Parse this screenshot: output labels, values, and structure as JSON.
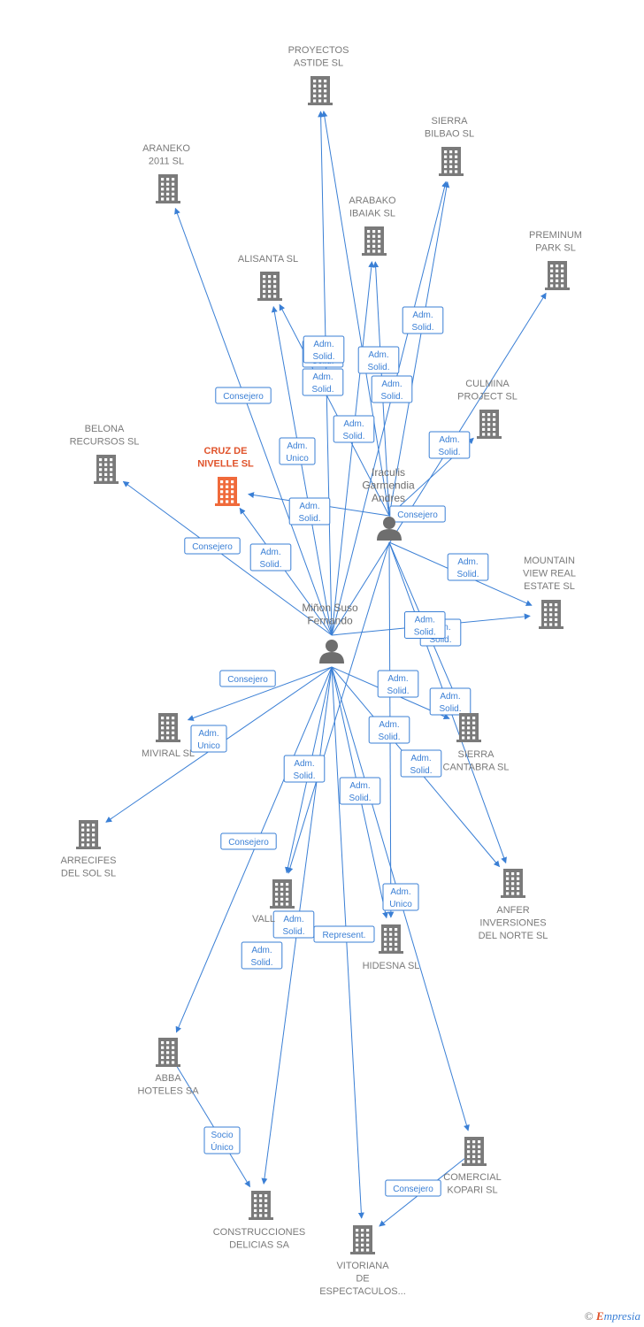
{
  "companies": [
    {
      "id": "proyectos",
      "lines": [
        "PROYECTOS",
        "ASTIDE SL"
      ]
    },
    {
      "id": "sierra_bilbao",
      "lines": [
        "SIERRA",
        "BILBAO SL"
      ]
    },
    {
      "id": "araneko",
      "lines": [
        "ARANEKO",
        "2011 SL"
      ]
    },
    {
      "id": "arabako",
      "lines": [
        "ARABAKO",
        "IBAIAK SL"
      ]
    },
    {
      "id": "preminum",
      "lines": [
        "PREMINUM",
        "PARK SL"
      ]
    },
    {
      "id": "alisanta",
      "lines": [
        "ALISANTA SL"
      ]
    },
    {
      "id": "culmina",
      "lines": [
        "CULMINA",
        "PROJECT SL"
      ]
    },
    {
      "id": "belona",
      "lines": [
        "BELONA",
        "RECURSOS SL"
      ]
    },
    {
      "id": "cruz",
      "lines": [
        "CRUZ DE",
        "NIVELLE  SL"
      ],
      "focus": true
    },
    {
      "id": "mountain",
      "lines": [
        "MOUNTAIN",
        "VIEW REAL",
        "ESTATE SL"
      ]
    },
    {
      "id": "miviral",
      "lines": [
        "MIVIRAL  SL"
      ]
    },
    {
      "id": "sierra_cantabra",
      "lines": [
        "SIERRA",
        "CANTABRA SL"
      ]
    },
    {
      "id": "arrecifes",
      "lines": [
        "ARRECIFES",
        "DEL SOL SL"
      ]
    },
    {
      "id": "anfer",
      "lines": [
        "ANFER",
        "INVERSIONES",
        "DEL NORTE  SL"
      ]
    },
    {
      "id": "vall",
      "lines": [
        "VALL"
      ]
    },
    {
      "id": "hidesna",
      "lines": [
        "HIDESNA SL"
      ]
    },
    {
      "id": "abba",
      "lines": [
        "ABBA",
        "HOTELES SA"
      ]
    },
    {
      "id": "comercial",
      "lines": [
        "COMERCIAL",
        "KOPARI SL"
      ]
    },
    {
      "id": "construcciones",
      "lines": [
        "CONSTRUCCIONES",
        "DELICIAS SA"
      ]
    },
    {
      "id": "vitoriana",
      "lines": [
        "VITORIANA",
        "DE",
        "ESPECTACULOS..."
      ]
    }
  ],
  "persons": [
    {
      "id": "iraculis",
      "lines": [
        "Iraculis",
        "Garmendia",
        "Andres"
      ]
    },
    {
      "id": "minon",
      "lines": [
        "Miñon Suso",
        "Fernando"
      ]
    }
  ],
  "edges": [
    {
      "from": "minon",
      "to": "proyectos",
      "role": [
        "Adm.",
        "Solid."
      ]
    },
    {
      "from": "iraculis",
      "to": "proyectos",
      "role": [
        "Adm.",
        "Solid."
      ]
    },
    {
      "from": "minon",
      "to": "sierra_bilbao",
      "role": [
        "Adm.",
        "Solid."
      ]
    },
    {
      "from": "iraculis",
      "to": "sierra_bilbao",
      "role": [
        "Adm.",
        "Solid."
      ]
    },
    {
      "from": "minon",
      "to": "araneko",
      "role": [
        "Consejero"
      ]
    },
    {
      "from": "minon",
      "to": "arabako",
      "role": [
        "Adm.",
        "Solid."
      ]
    },
    {
      "from": "iraculis",
      "to": "arabako",
      "role": [
        "Adm.",
        "Solid."
      ]
    },
    {
      "from": "minon",
      "to": "preminum",
      "role": [
        "Adm.",
        "Unico"
      ]
    },
    {
      "from": "minon",
      "to": "alisanta",
      "role": [
        "Adm.",
        "Solid."
      ]
    },
    {
      "from": "iraculis",
      "to": "alisanta",
      "role": [
        "Adm.",
        "Solid."
      ]
    },
    {
      "from": "iraculis",
      "to": "culmina",
      "role": [
        "Consejero"
      ]
    },
    {
      "from": "minon",
      "to": "belona",
      "role": [
        "Consejero"
      ]
    },
    {
      "from": "minon",
      "to": "cruz",
      "role": [
        "Adm.",
        "Solid."
      ]
    },
    {
      "from": "iraculis",
      "to": "cruz",
      "role": [
        "Adm.",
        "Solid."
      ]
    },
    {
      "from": "iraculis",
      "to": "mountain",
      "role": [
        "Adm.",
        "Solid."
      ]
    },
    {
      "from": "minon",
      "to": "mountain",
      "role": [
        "Adm.",
        "Solid."
      ]
    },
    {
      "from": "minon",
      "to": "miviral",
      "role": [
        "Consejero"
      ]
    },
    {
      "from": "minon",
      "to": "arrecifes",
      "role": [
        "Adm.",
        "Unico"
      ]
    },
    {
      "from": "minon",
      "to": "sierra_cantabra",
      "role": [
        "Adm.",
        "Solid."
      ]
    },
    {
      "from": "iraculis",
      "to": "anfer",
      "role": [
        "Adm.",
        "Solid."
      ]
    },
    {
      "from": "minon",
      "to": "anfer",
      "role": [
        "Adm.",
        "Solid."
      ]
    },
    {
      "from": "minon",
      "to": "vall",
      "role": [
        "Adm.",
        "Solid."
      ]
    },
    {
      "from": "iraculis",
      "to": "vall",
      "role": [
        "Adm.",
        "Solid."
      ]
    },
    {
      "from": "minon",
      "to": "hidesna",
      "role": [
        "Adm.",
        "Solid."
      ]
    },
    {
      "from": "iraculis",
      "to": "hidesna",
      "role": [
        "Adm.",
        "Unico"
      ]
    },
    {
      "from": "minon",
      "to": "abba",
      "role": [
        "Consejero"
      ]
    },
    {
      "from": "minon",
      "to": "comercial",
      "role": [
        "Adm.",
        "Solid."
      ]
    },
    {
      "from": "minon",
      "to": "construcciones",
      "role": [
        "Adm.",
        "Solid."
      ]
    },
    {
      "from": "minon",
      "to": "vitoriana",
      "role": [
        "Represent."
      ]
    },
    {
      "from": "abba",
      "to": "construcciones",
      "role": [
        "Socio",
        "Único"
      ]
    },
    {
      "from": "comercial",
      "to": "vitoriana",
      "role": [
        "Consejero"
      ]
    },
    {
      "from": "iraculis",
      "to": "sierra_cantabra",
      "role": [
        "Adm.",
        "Solid."
      ]
    }
  ],
  "footer": {
    "copyright": "©",
    "brand_initial": "E",
    "brand_rest": "mpresia"
  },
  "colors": {
    "edge": "#3a7fd5",
    "building": "#7a7a7a",
    "focus": "#f06a3b"
  }
}
